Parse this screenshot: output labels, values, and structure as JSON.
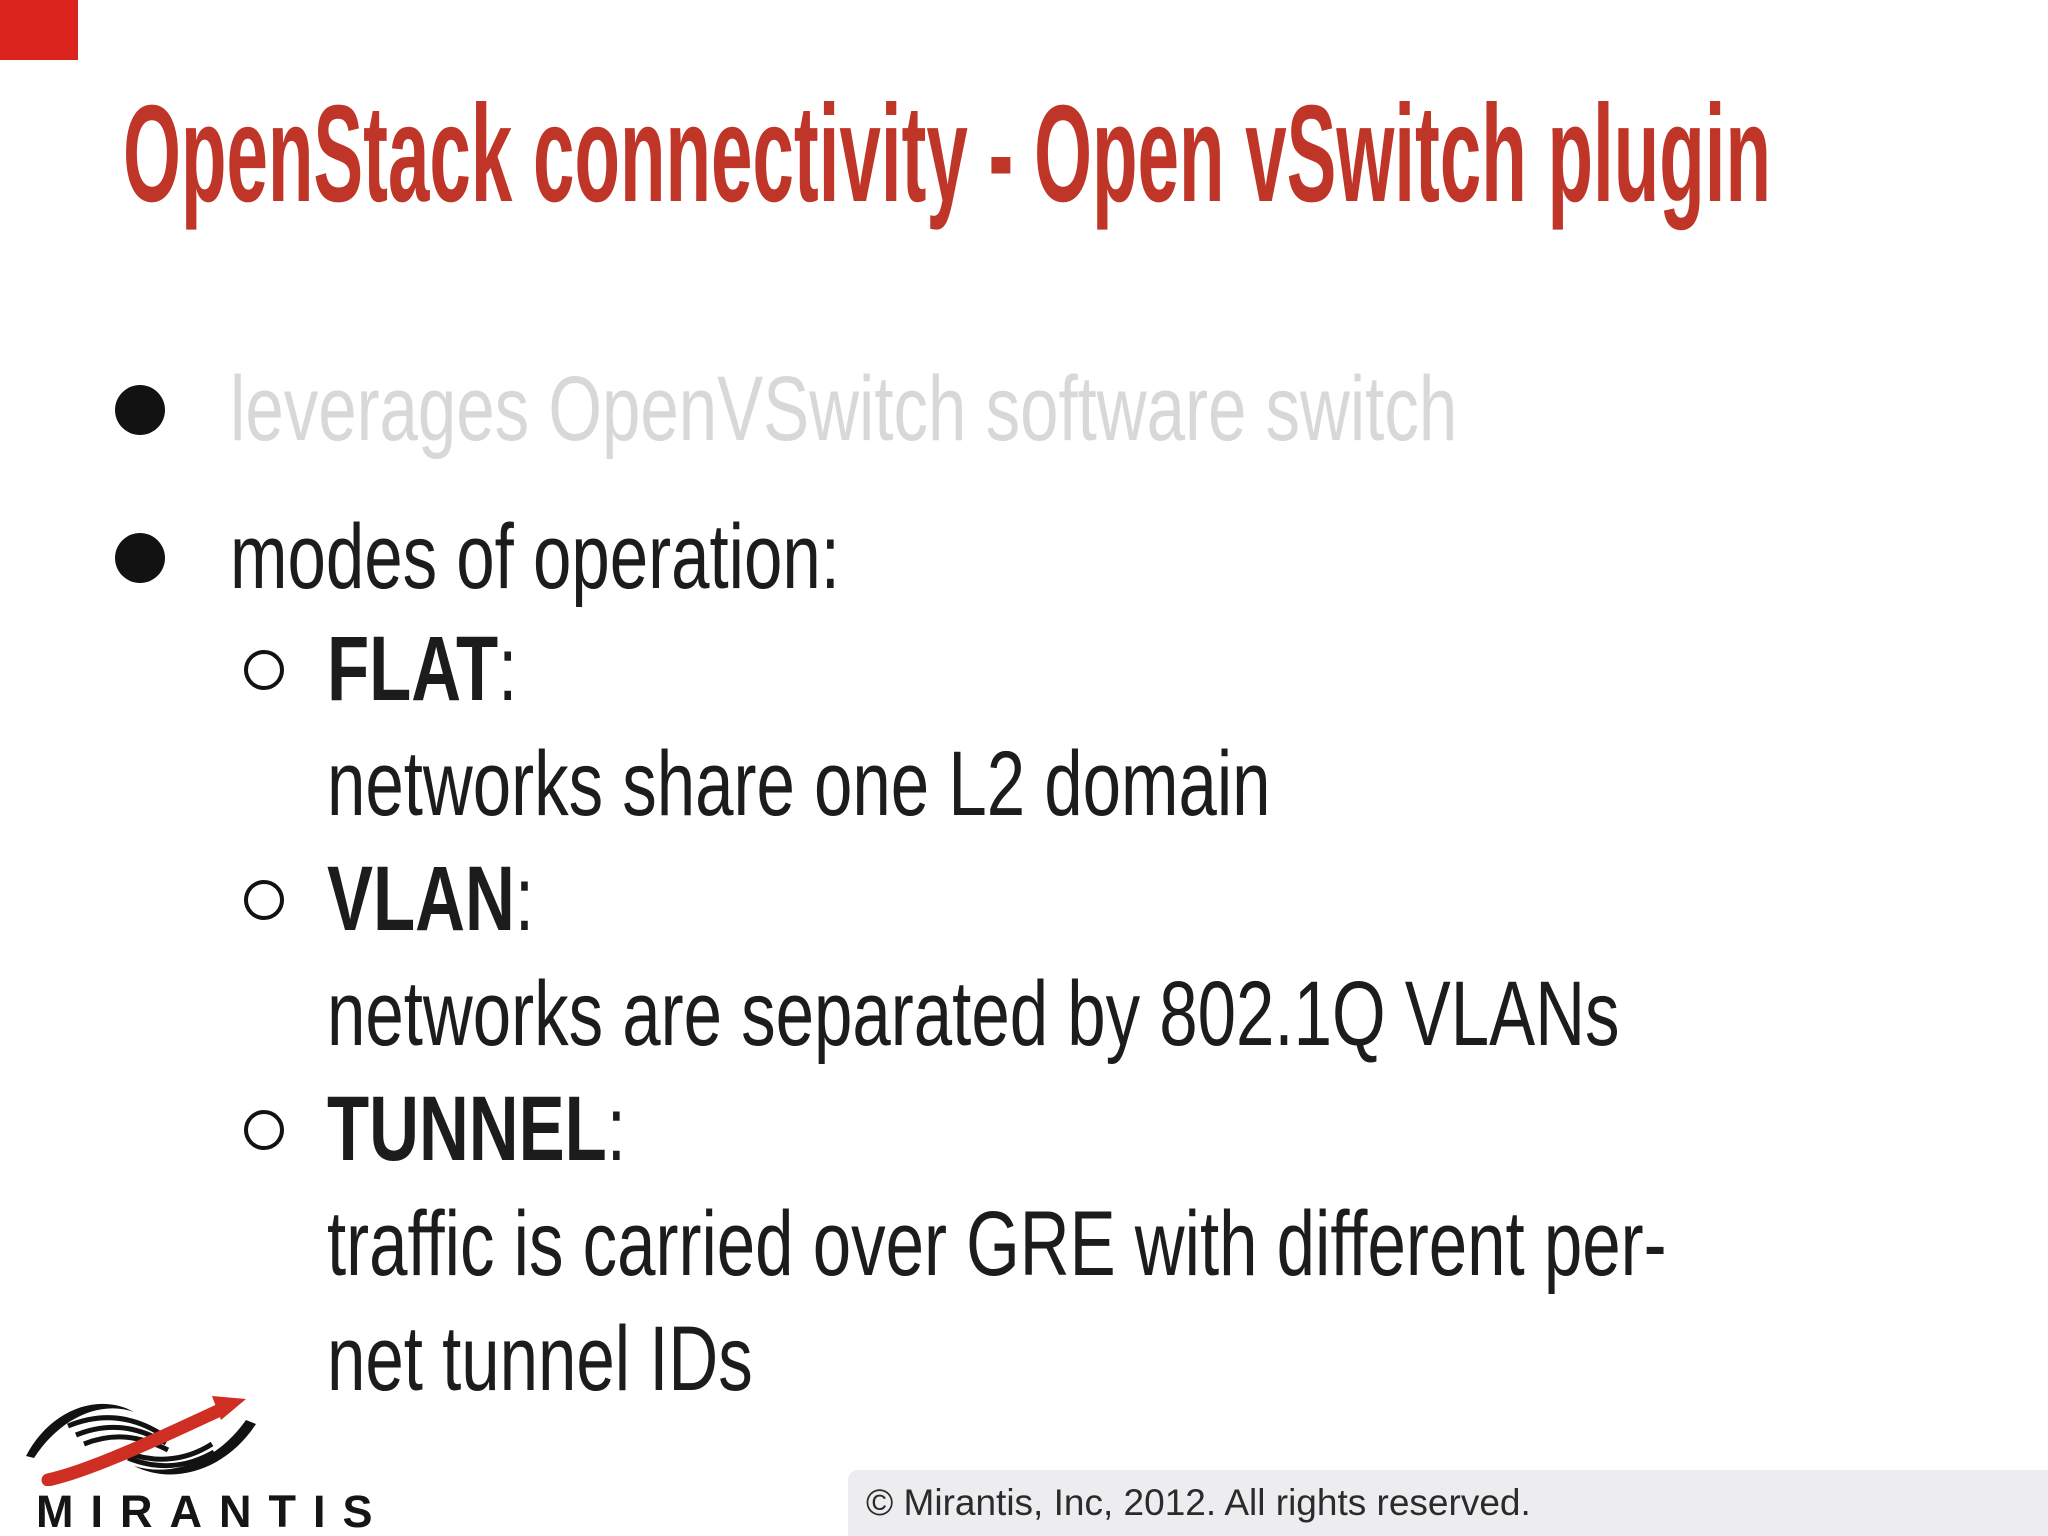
{
  "slide": {
    "title": "OpenStack connectivity - Open vSwitch plugin",
    "bullets": [
      {
        "text": "leverages OpenVSwitch software switch",
        "style": "disc-gray"
      },
      {
        "text": "modes of operation:",
        "style": "disc-black"
      },
      {
        "term": "FLAT",
        "suffix": ":",
        "style": "circle-bold"
      },
      {
        "text": "networks share one L2 domain",
        "style": "plain"
      },
      {
        "term": "VLAN",
        "suffix": ":",
        "style": "circle-bold"
      },
      {
        "text": "networks are separated by 802.1Q VLANs",
        "style": "plain"
      },
      {
        "term": "TUNNEL",
        "suffix": ":",
        "style": "circle-bold"
      },
      {
        "text": "traffic is carried over GRE with different per-",
        "style": "plain"
      },
      {
        "text": "net tunnel IDs",
        "style": "plain"
      }
    ],
    "logo_text": "MIRANTIS",
    "footer": "© Mirantis, Inc, 2012. All rights reserved."
  },
  "colors": {
    "title_red": "#bf3629",
    "corner_red": "#dc241f",
    "gray_text": "#d8d8d8",
    "body_black": "#1c1c1c",
    "footer_bg": "#ededef",
    "footer_text": "#2b2b2b",
    "logo_red": "#cf2e22",
    "logo_black": "#121212"
  }
}
